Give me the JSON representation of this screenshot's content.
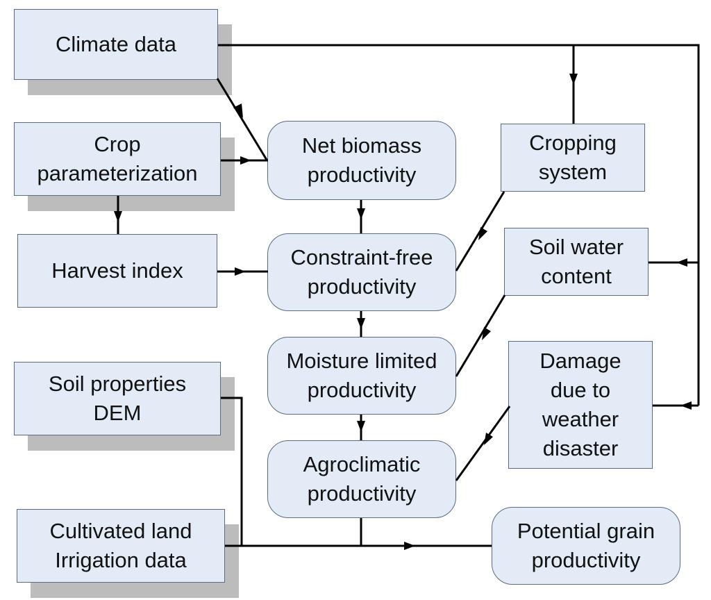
{
  "colors": {
    "box_fill": "#e3ebf7",
    "box_border": "#5c6a80",
    "shadow": "#bcbcbc",
    "arrow": "#000000"
  },
  "nodes": {
    "climate_data": {
      "lines": [
        "Climate data"
      ]
    },
    "crop_parameterization": {
      "lines": [
        "Crop",
        "parameterization"
      ]
    },
    "harvest_index": {
      "lines": [
        "Harvest index"
      ]
    },
    "soil_properties": {
      "lines": [
        "Soil properties",
        "DEM"
      ]
    },
    "cultivated_land": {
      "lines": [
        "Cultivated land",
        "Irrigation data"
      ]
    },
    "net_biomass": {
      "lines": [
        "Net biomass",
        "productivity"
      ]
    },
    "constraint_free": {
      "lines": [
        "Constraint-free",
        "productivity"
      ]
    },
    "moisture_limited": {
      "lines": [
        "Moisture limited",
        "productivity"
      ]
    },
    "agroclimatic": {
      "lines": [
        "Agroclimatic",
        "productivity"
      ]
    },
    "cropping_system": {
      "lines": [
        "Cropping",
        "system"
      ]
    },
    "soil_water": {
      "lines": [
        "Soil water",
        "content"
      ]
    },
    "damage_weather": {
      "lines": [
        "Damage",
        "due to",
        "weather",
        "disaster"
      ]
    },
    "potential_grain": {
      "lines": [
        "Potential grain",
        "productivity"
      ]
    }
  }
}
